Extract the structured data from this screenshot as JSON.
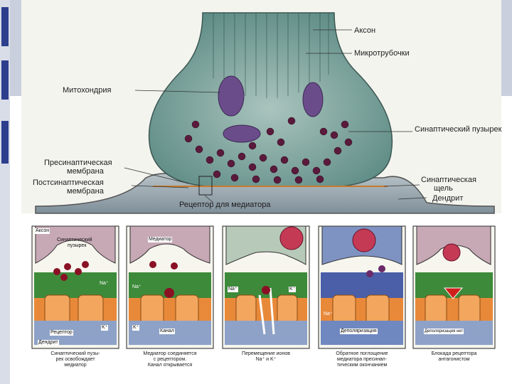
{
  "top_labels": {
    "axon": "Аксон",
    "microtubules": "Микротрубочки",
    "mitochondria": "Митохондрия",
    "vesicle": "Синаптический пузырек",
    "presyn_line1": "Пресинаптическая",
    "presyn_line2": "мембрана",
    "postsyn_line1": "Постсинаптическая",
    "postsyn_line2": "мембрана",
    "cleft_line1": "Синаптическая",
    "cleft_line2": "щель",
    "dendrite": "Дендрит",
    "receptor": "Рецептор для медиатора"
  },
  "panel1": {
    "axon": "Аксон",
    "vesicle_line1": "Синаптический",
    "vesicle_line2": "пузырек",
    "receptor": "Рецептор",
    "dendrite": "Дендрит",
    "k_ion": "K⁺",
    "na_ion": "Na⁺",
    "caption_lines": [
      "Синаптический пузы-",
      "рек освобождает",
      "медиатор"
    ]
  },
  "panel2": {
    "mediator": "Медиатор",
    "channel": "Канал",
    "k_ion": "K⁺",
    "na_ion": "Na⁺",
    "caption_lines": [
      "Медиатор соединяется",
      "с рецептором.",
      "Канал открывается"
    ]
  },
  "panel3": {
    "na_ion": "Na⁺",
    "k_ion": "K⁺",
    "caption_lines": [
      "Перемещение ионов",
      "Na⁺ и K⁺"
    ]
  },
  "panel4": {
    "depolarization": "Деполяризация",
    "na_ion": "Na⁺",
    "caption_lines": [
      "Обратное поглощение",
      "медиатора пресинап-",
      "тическим окончанием"
    ]
  },
  "panel5": {
    "depolarization": "Деполяризация нет",
    "caption_lines": [
      "Блокада рецептора",
      "антагонистом"
    ]
  },
  "colors": {
    "terminal_fill": "#7fa6a0",
    "vesicle_dark": "#5a1a3c",
    "mitochondria": "#6b4c8a",
    "dendrite_fill": "#8f9fa8",
    "membrane_orange": "#e8893a",
    "green_zone": "#3d8a3a",
    "blue_zone": "#4a5fa8"
  }
}
